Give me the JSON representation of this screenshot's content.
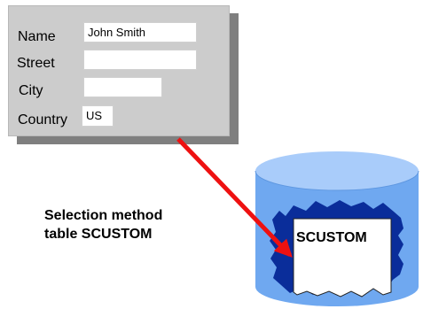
{
  "form": {
    "fields": [
      {
        "label": "Name",
        "value": "John Smith"
      },
      {
        "label": "Street",
        "value": ""
      },
      {
        "label": "City",
        "value": ""
      },
      {
        "label": "Country",
        "value": "US"
      }
    ]
  },
  "caption": {
    "line1": "Selection method",
    "line2": "table SCUSTOM"
  },
  "database": {
    "table_name": "SCUSTOM"
  },
  "colors": {
    "form_background": "#cccccc",
    "form_shadow": "#7f7f7f",
    "arrow": "#ee1111",
    "cylinder_body": "#6fa8f0",
    "cylinder_top": "#a9ccfa",
    "cylinder_hole": "#0a2d9a"
  }
}
